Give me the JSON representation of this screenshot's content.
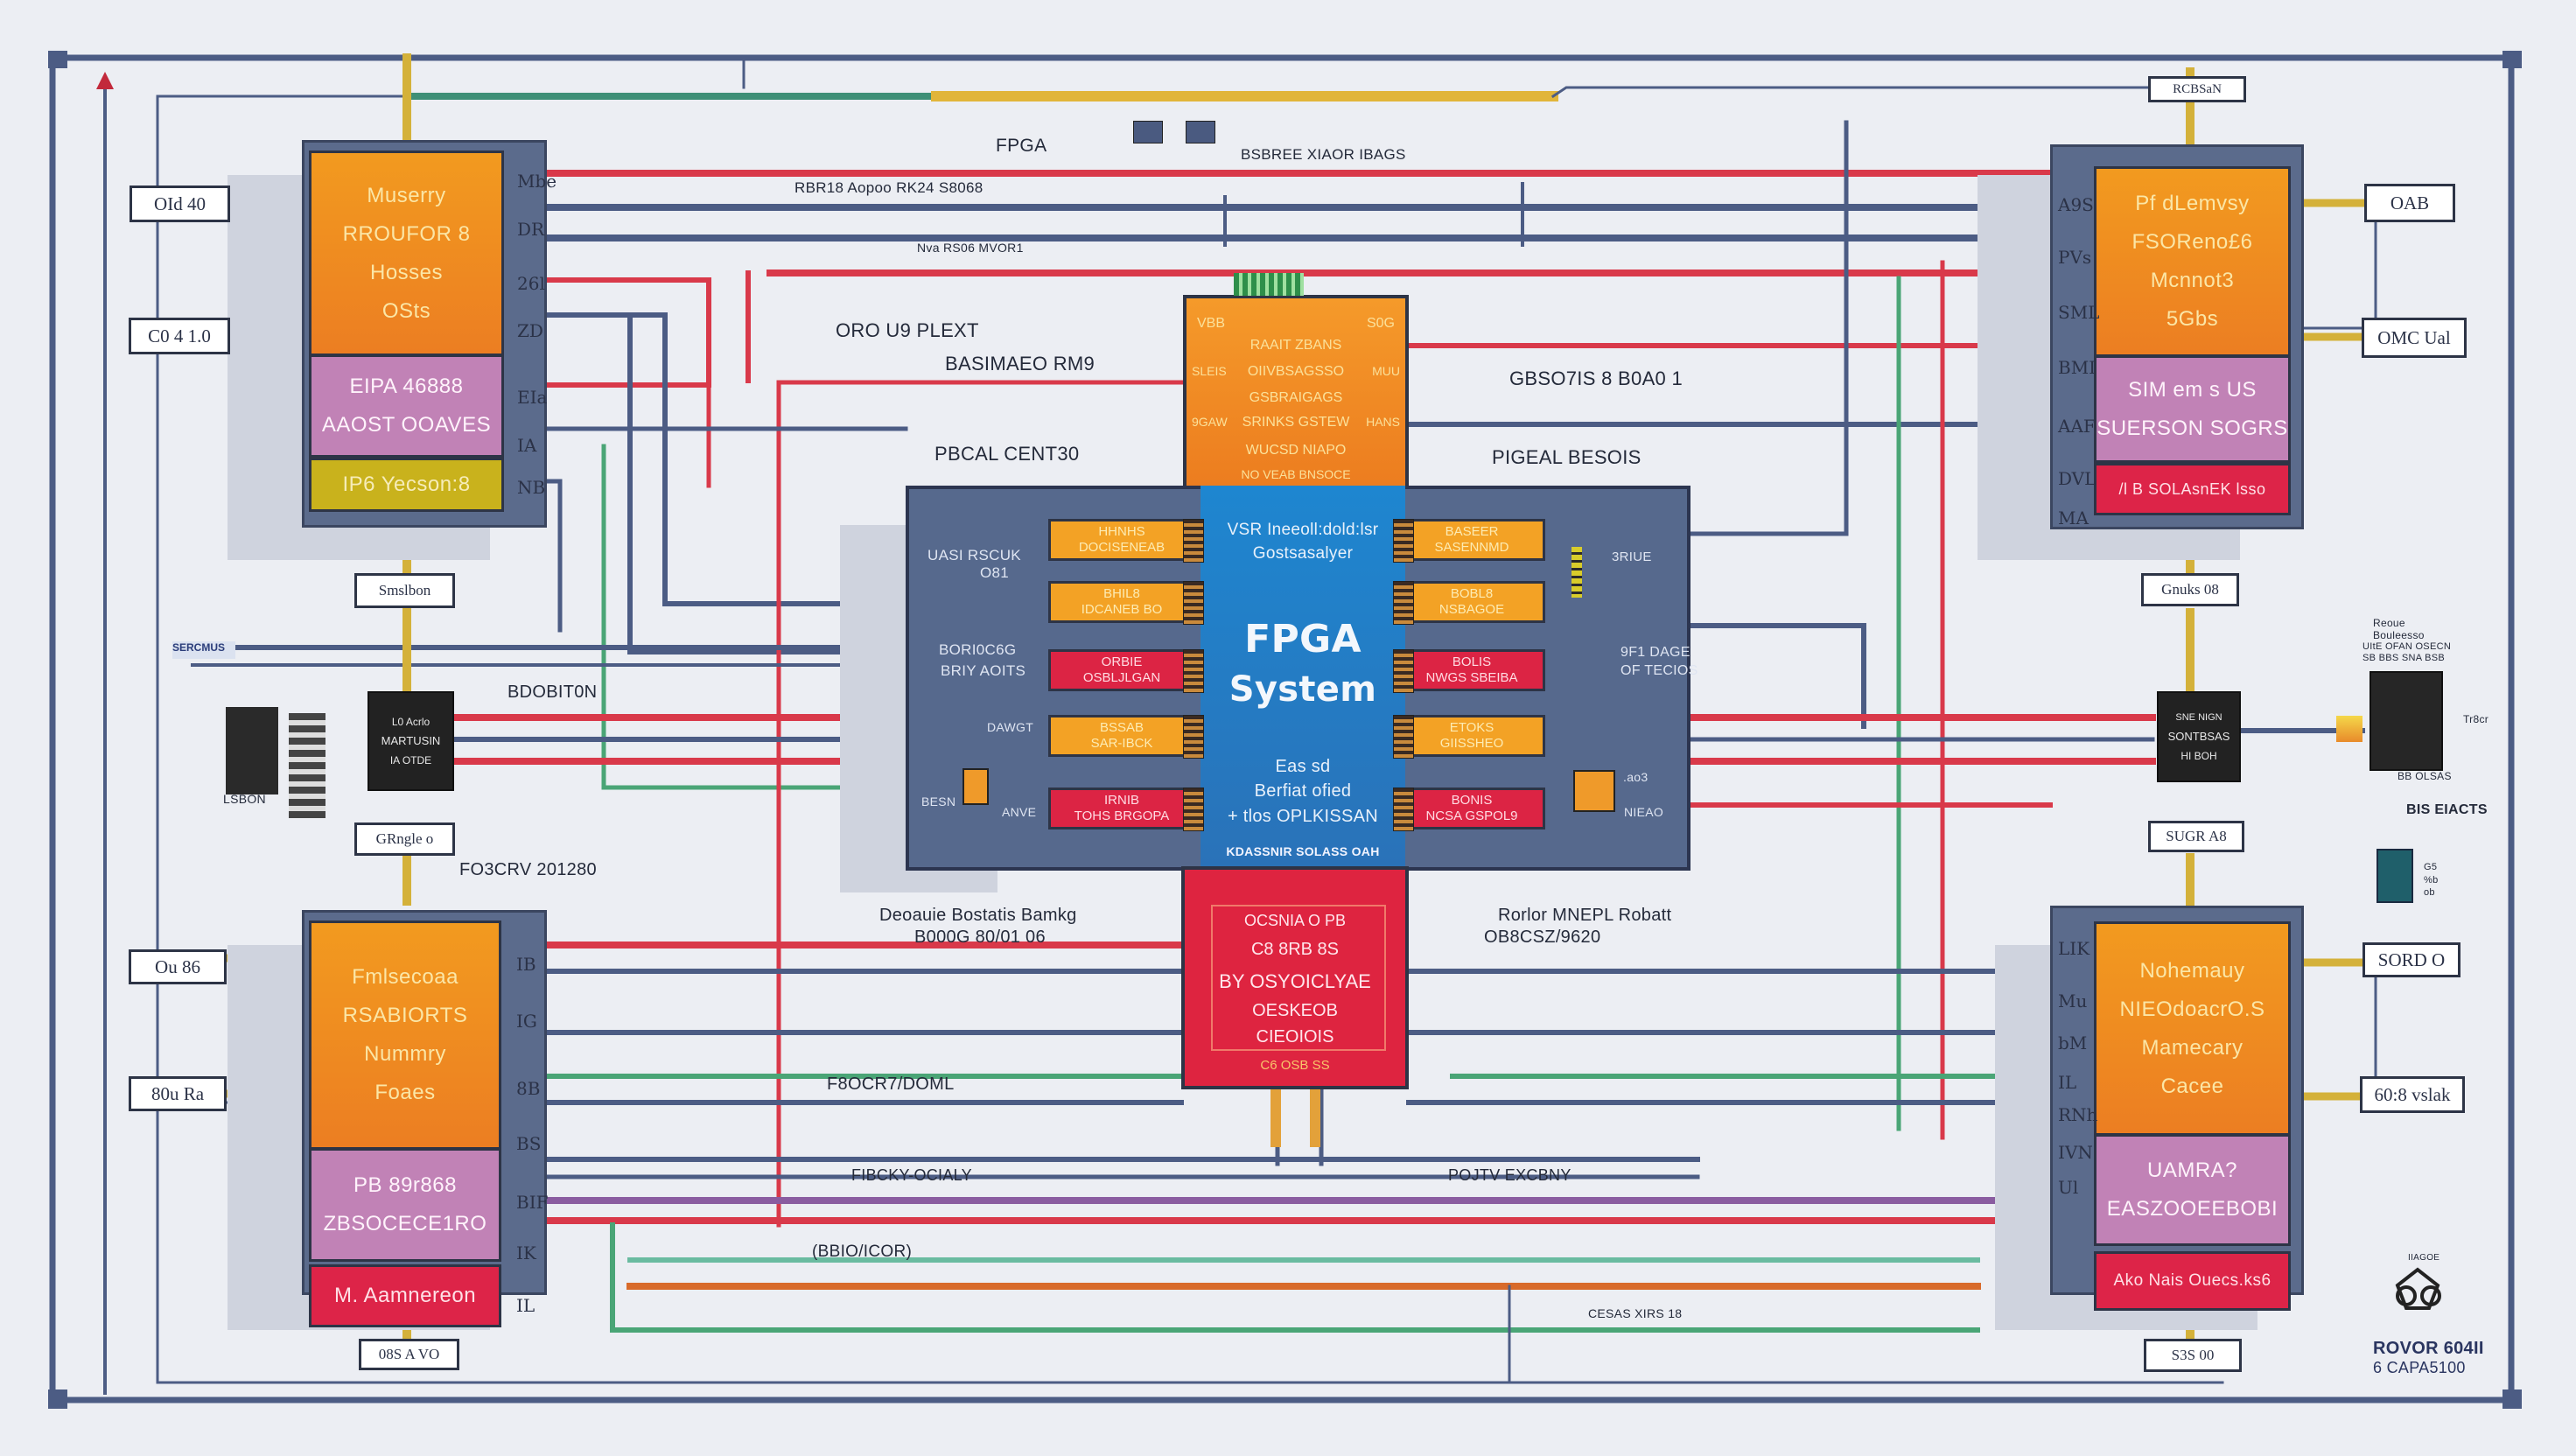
{
  "diagram": {
    "title": "FPGA System",
    "top_label": "FPGA",
    "top_bus_labels": [
      "BSBREE XIAOR IBAGS",
      "RBR18 Aopoo RK24 S8068",
      "Nva RS06 MVOR1"
    ],
    "fpga": {
      "title_line1": "FPGA",
      "title_line2": "System",
      "center_top": [
        "VSR Ineeoll:dold:lsr",
        "Gostsasalyer"
      ],
      "center_bottom": [
        "Eas sd",
        "Berfiat ofied",
        "+ tlos OPLKISSAN"
      ],
      "footer": "KDASSNIR SOLASS OAH",
      "left_labels": [
        "UASI RSCUK",
        "O81",
        "BORI0C6G",
        "BRIY AOITS",
        "DAWGT",
        "BESN",
        "ANVE"
      ],
      "right_labels": [
        "3RIUE",
        "9F1 DAGE",
        "OF TECIOS",
        ".ao3",
        "NIEAO"
      ],
      "left_subblocks": [
        {
          "l1": "HHNHS",
          "l2": "DOCISENEAB",
          "color": "orange"
        },
        {
          "l1": "BHIL8",
          "l2": "IDCANEB BO",
          "color": "orange"
        },
        {
          "l1": "ORBIE",
          "l2": "OSBLJLGAN",
          "color": "red"
        },
        {
          "l1": "BSSAB",
          "l2": "SAR-IBCK",
          "color": "orange"
        },
        {
          "l1": "IRNIB",
          "l2": "TOHS BRGOPA",
          "color": "red"
        }
      ],
      "right_subblocks": [
        {
          "l1": "BASEER",
          "l2": "SASENNMD",
          "color": "orange"
        },
        {
          "l1": "BOBL8",
          "l2": "NSBAGOE",
          "color": "orange"
        },
        {
          "l1": "BOLIS",
          "l2": "NWGS SBEIBA",
          "color": "red"
        },
        {
          "l1": "ETOKS",
          "l2": "GIISSHEO",
          "color": "orange"
        },
        {
          "l1": "BONIS",
          "l2": "NCSA GSPOL9",
          "color": "red"
        }
      ]
    },
    "top_chip": {
      "corner_tl": "VBB",
      "corner_tr": "S0G",
      "left_pins": [
        "SLEIS",
        "9GAW"
      ],
      "right_pins": [
        "MUU",
        "HANS"
      ],
      "lines": [
        "RAAIT ZBANS",
        "OIIVBSAGSSO",
        "GSBRAIGAGS",
        "SRINKS GSTEW",
        "WUCSD NIAPO",
        "NO VEAB BNSOCE"
      ],
      "labels_left": [
        "ORO U9 PLEXT",
        "BASIMAEO RM9",
        "PBCAL CENT30"
      ],
      "labels_right": [
        "GBSO7IS 8 B0A0 1",
        "PIGEAL BESOIS"
      ]
    },
    "bottom_chip": {
      "lines": [
        "OCSNIA O PB",
        "C8 8RB 8S",
        "BY OSYOICLYAE",
        "OESKEOB",
        "CIEOIOIS"
      ],
      "footer": "C6 OSB SS",
      "labels_left": [
        "Deoauie Bostatis Bamkg",
        "B000G 80/01 06",
        "F8OCR7/DOML",
        "FIBCKY-OCIALY",
        "(BBIO/ICOR)"
      ],
      "labels_right": [
        "Rorlor MNEPL Robatt",
        "OB8CSZ/9620",
        "POJTV EXCBNY",
        "CESAS XIRS 18"
      ]
    },
    "modules": {
      "top_left": {
        "orange": [
          "Muserry",
          "RROUFOR 8",
          "Hosses",
          "OSts"
        ],
        "purple": [
          "EIPA 46888",
          "AAOST OOAVES"
        ],
        "bottom": "IP6 Yecson:8",
        "bottom_color": "yellow",
        "pins": [
          "Mbe",
          "DR",
          "26l",
          "ZD",
          "EIa",
          "IA",
          "NB"
        ],
        "boxes_left": [
          "OId 40",
          "C0 4 1.0"
        ],
        "box_top": "",
        "box_bottom": "Smslbon"
      },
      "top_right": {
        "orange": [
          "Pf dLemvsy",
          "FSOReno£6",
          "Mcnnot3",
          "5Gbs"
        ],
        "purple": [
          "SIM em s US",
          "SUERSON SOGRS"
        ],
        "bottom": "/l B  SOLAsnEK lsso",
        "bottom_color": "red",
        "pins": [
          "A9S",
          "PVs",
          "SML",
          "BMI",
          "AAF",
          "DVL",
          "MA"
        ],
        "boxes_right": [
          "OAB",
          "OMC Ual"
        ],
        "box_top": "RCBSaN",
        "box_bottom": "Gnuks 08"
      },
      "bottom_left": {
        "orange": [
          "Fmlsecoaa",
          "RSABIORTS",
          "Nummry",
          "Foaes"
        ],
        "purple": [
          "PB 89r868",
          "ZBSOCECE1RO"
        ],
        "bottom": "M. Aamnereon",
        "bottom_color": "red",
        "pins": [
          "IB",
          "IG",
          "8B",
          "BS",
          "BIF",
          "IK",
          "IL"
        ],
        "boxes_left": [
          "Ou 86",
          "80u Ra"
        ],
        "box_top": "GRngle o",
        "box_bottom": "08S A VO"
      },
      "bottom_right": {
        "orange": [
          "Nohemauy",
          "NIEOdoacrO.S",
          "Mamecary",
          "Cacee"
        ],
        "purple": [
          "UAMRA?",
          "EASZOOEEBOBI"
        ],
        "bottom": "Ako Nais Ouecs.ks6",
        "bottom_color": "red",
        "pins": [
          "LIK",
          "Mu",
          "bM",
          "IL",
          "RNh",
          "IVN",
          "Ul"
        ],
        "boxes_right": [
          "SORD O",
          "60:8 vslak"
        ],
        "box_top": "SUGR A8",
        "box_bottom": "S3S 00"
      }
    },
    "side_left": {
      "label_top": "SERCMUS",
      "chip_label": [
        "L0 Acrlo",
        "MARTUSIN",
        "IA OTDE"
      ],
      "label_module": "LSBON",
      "label_right": "BDOBIT0N",
      "label_below": "FO3CRV 201280"
    },
    "side_right": {
      "chip_label": [
        "SNE NIGN",
        "SONTBSAS",
        "HI BOH"
      ],
      "device_caption": [
        "Reoue",
        "Bouleesso",
        "UItE OFAN OSECN",
        "SB BBS SNA BSB"
      ],
      "device_label": "Tr8cr",
      "device_below": "BB OLSAS",
      "label": "BIS EIACTS",
      "small_device_label": [
        "G5",
        "%b",
        "ob"
      ]
    },
    "logo": {
      "icon": "gear-knot-icon",
      "small": "IIAGOE",
      "line1": "ROVOR 604II",
      "line2": "6 CAPA5100"
    },
    "colors": {
      "background": "#eceef3",
      "wire_blue": "#4c5c84",
      "wire_red": "#d9394a",
      "wire_green": "#4aa576",
      "wire_gold": "#e1b53a",
      "fpga_body": "#56698d",
      "fpga_center": "#1e86d0",
      "module_orange": "#f08a22",
      "module_purple": "#c182b6",
      "module_red": "#dd2448",
      "module_yellow": "#c9b21c"
    }
  }
}
